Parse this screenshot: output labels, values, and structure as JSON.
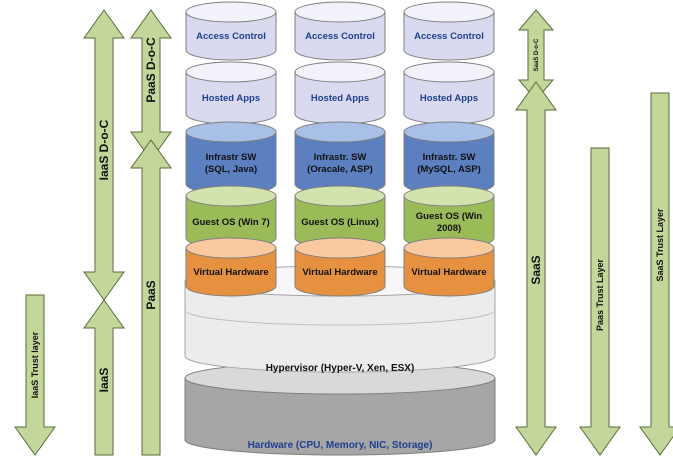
{
  "columns": [
    {
      "access": "Access Control",
      "apps": "Hosted Apps",
      "infra": [
        "Infrastr  SW",
        "(SQL, Java)"
      ],
      "guest": [
        "Guest OS (Win 7)"
      ],
      "vhw": "Virtual Hardware"
    },
    {
      "access": "Access Control",
      "apps": "Hosted Apps",
      "infra": [
        "Infrastr. SW",
        "(Oracale, ASP)"
      ],
      "guest": [
        "Guest OS (Linux)"
      ],
      "vhw": "Virtual Hardware"
    },
    {
      "access": "Access Control",
      "apps": "Hosted Apps",
      "infra": [
        "Infrastr. SW",
        "(MySQL, ASP)"
      ],
      "guest": [
        "Guest OS (Win",
        "2008)"
      ],
      "vhw": "Virtual Hardware"
    }
  ],
  "hypervisor": "Hypervisor (Hyper-V, Xen, ESX)",
  "hardware": "Hardware (CPU, Memory, NIC, Storage)",
  "arrows": {
    "iaas_doc": "IaaS D-o-C",
    "iaas": "IaaS",
    "iaas_trust": "IaaS Trust layer",
    "paas_doc": "PaaS D-o-C",
    "paas": "PaaS",
    "saas_doc": "SaaS D-o-C",
    "saas": "SaaS",
    "paas_trust": "Paas Trust Layer",
    "saas_trust": "SaaS Trust Layer"
  },
  "colors": {
    "arrow_fill": "#c4d79b",
    "arrow_stroke": "#5a6b3a",
    "access_top": "#f2f2fb",
    "access_side": "#d9d9ef",
    "infra_top": "#a9c0e6",
    "infra_side": "#5b7fbf",
    "guest_top": "#d3e3ad",
    "guest_side": "#9bbb59",
    "vhw_top": "#f9c9a0",
    "vhw_side": "#e69140",
    "hyper_top": "#f2f2f2",
    "hyper_side": "#e4e4e4",
    "hw_top": "#d9d9d9",
    "hw_side": "#a6a6a6",
    "text_blue": "#1f3f8f",
    "text_dark": "#111111"
  }
}
